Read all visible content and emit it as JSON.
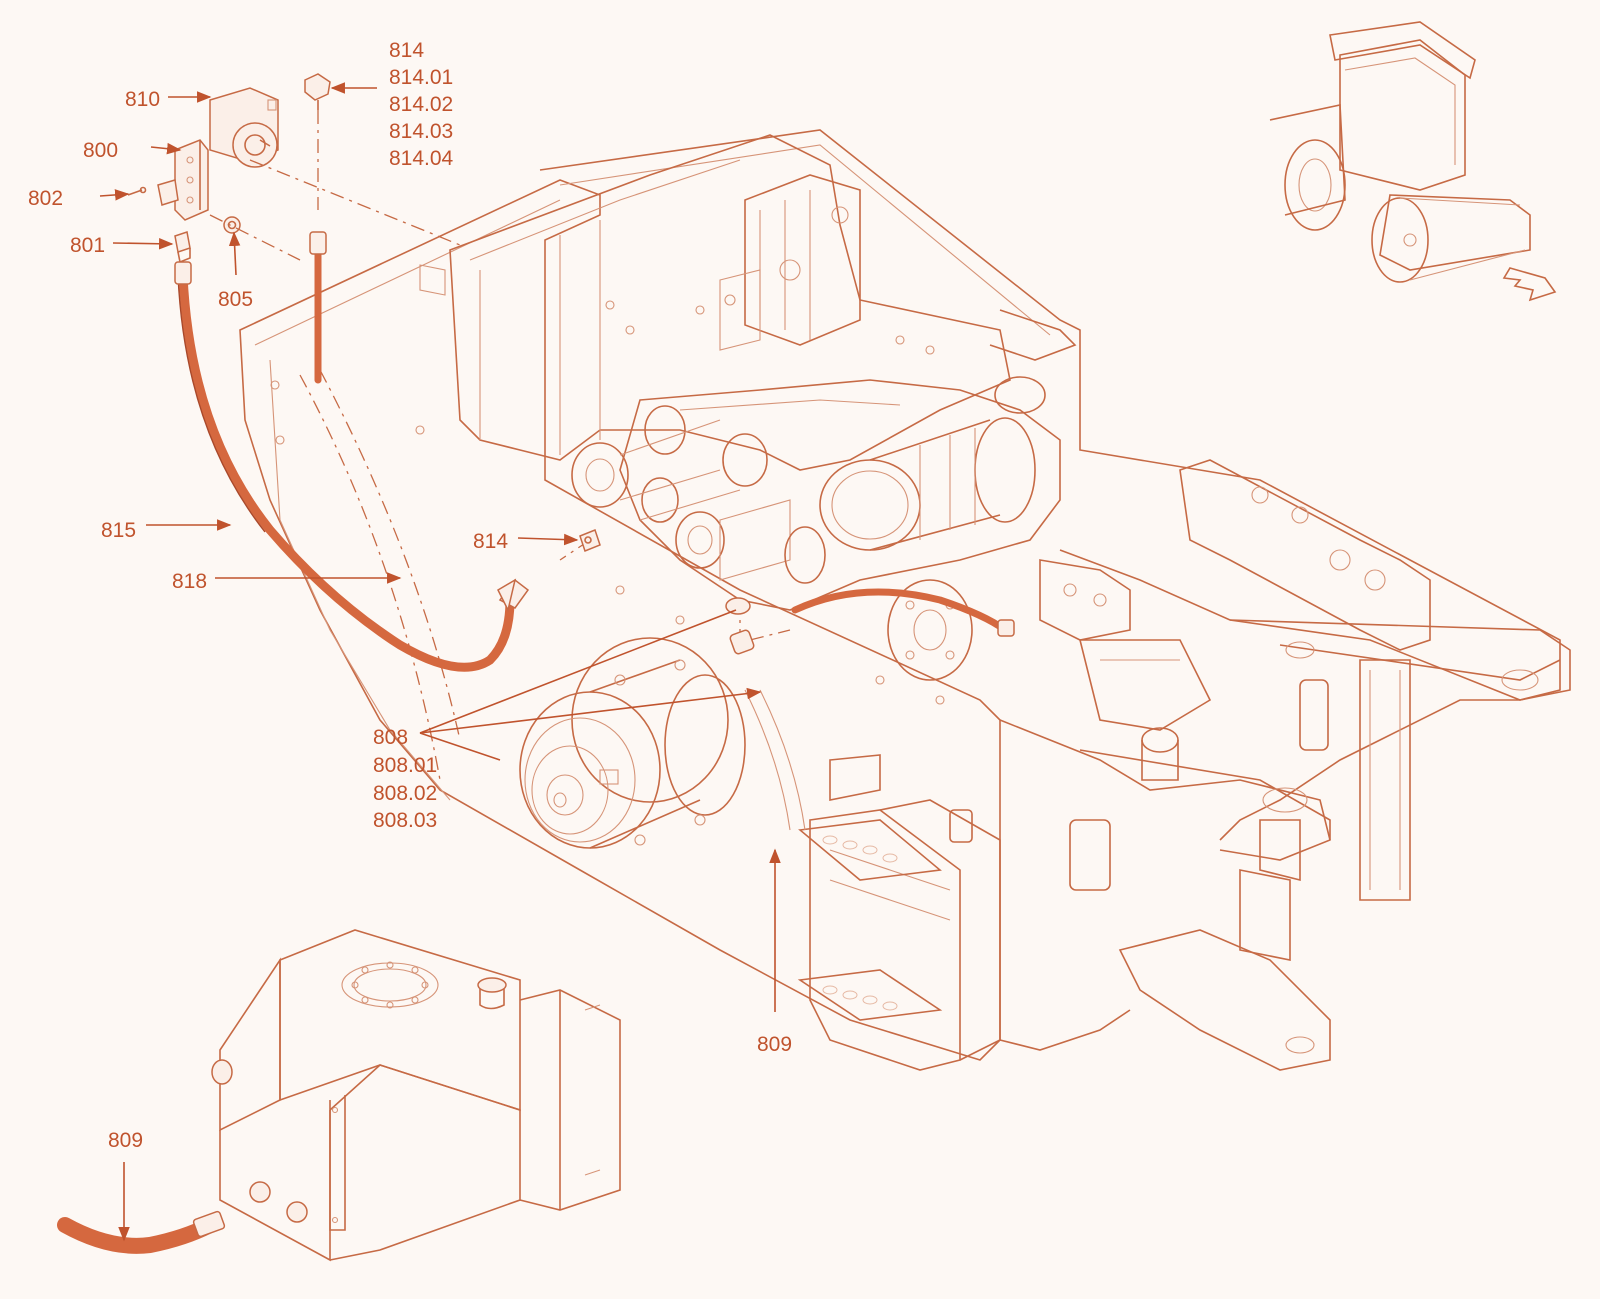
{
  "diagram": {
    "colors": {
      "background": "#fdf8f4",
      "linework": "#c66a45",
      "label": "#c0532d",
      "hose": "#d5683f"
    },
    "direction_indicator": "arrow-right-down-icon",
    "labels": {
      "l814_group": [
        "814",
        "814.01",
        "814.02",
        "814.03",
        "814.04"
      ],
      "l810": "810",
      "l800": "800",
      "l802": "802",
      "l801": "801",
      "l805": "805",
      "l815": "815",
      "l818": "818",
      "l814": "814",
      "l808_group": [
        "808",
        "808.01",
        "808.02",
        "808.03"
      ],
      "l809_main": "809",
      "l809_tank": "809"
    }
  }
}
